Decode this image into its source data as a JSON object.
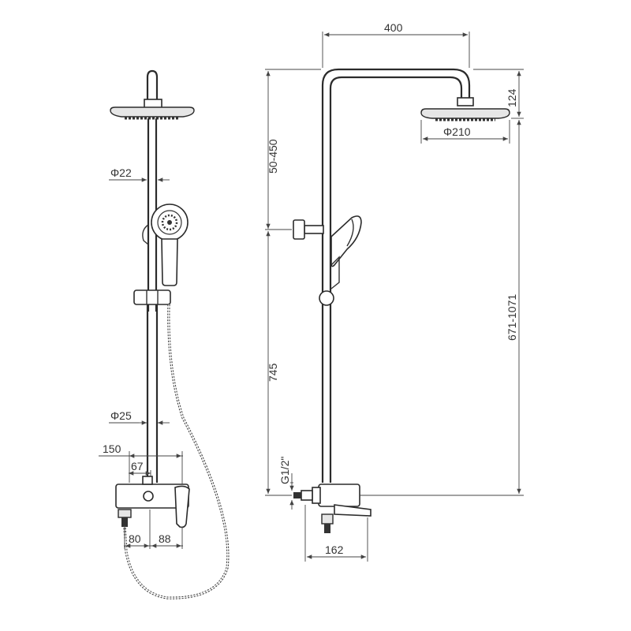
{
  "dimensions": {
    "arm_length": "400",
    "head_drop": "124",
    "head_diameter": "Φ210",
    "height_adjust": "50-450",
    "total_height": "671-1071",
    "riser_height": "745",
    "inlet_thread": "G1/2\"",
    "mixer_depth": "162",
    "pipe_upper_diameter": "Φ22",
    "pipe_lower_diameter": "Φ25",
    "center_distance": "150",
    "offset_a": "67",
    "offset_b": "80",
    "offset_c": "88"
  }
}
